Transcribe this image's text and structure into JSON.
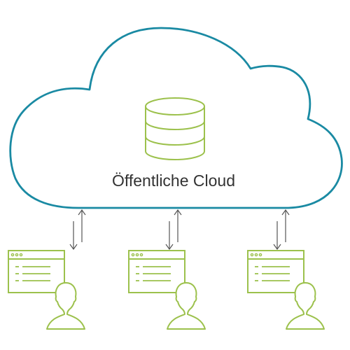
{
  "cloud": {
    "label": "Öffentliche Cloud"
  },
  "icons": {
    "cloud": "cloud-outline-icon",
    "database": "database-icon",
    "arrows": "bidirectional-arrows-icon",
    "browser": "browser-window-icon",
    "user": "user-silhouette-icon"
  },
  "clients": [
    {
      "id": "client-1"
    },
    {
      "id": "client-2"
    },
    {
      "id": "client-3"
    }
  ],
  "colors": {
    "cloud_outline": "#1a8aa3",
    "icon_green": "#9cc14c",
    "arrow": "#555555",
    "text": "#333333",
    "background": "#ffffff"
  }
}
